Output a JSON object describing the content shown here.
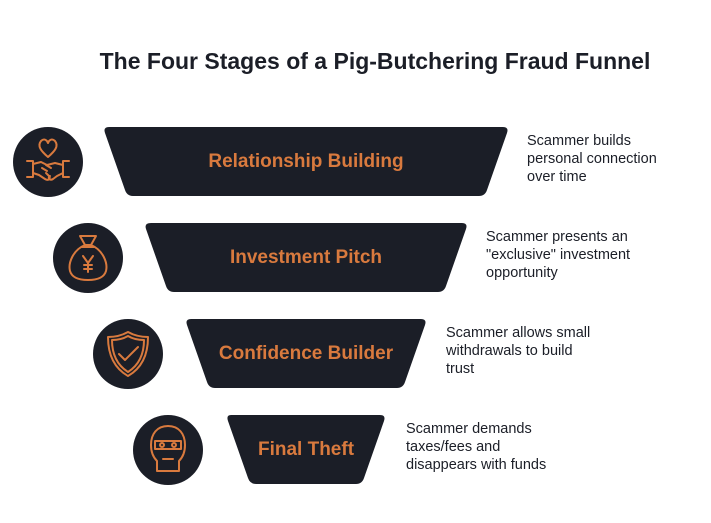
{
  "title": "The Four Stages of a Pig-Butchering Fraud Funnel",
  "colors": {
    "dark": "#1b1e27",
    "accent": "#d97a3e",
    "text": "#1b1e27"
  },
  "stages": [
    {
      "label": "Relationship Building",
      "icon": "heart-handshake-icon",
      "description": [
        "Scammer builds",
        "personal connection",
        "over time"
      ]
    },
    {
      "label": "Investment Pitch",
      "icon": "money-bag-icon",
      "description": [
        "Scammer presents an",
        "\"exclusive\" investment",
        "opportunity"
      ]
    },
    {
      "label": "Confidence Builder",
      "icon": "shield-check-icon",
      "description": [
        "Scammer allows small",
        "withdrawals to build",
        "trust"
      ]
    },
    {
      "label": "Final Theft",
      "icon": "masked-thief-icon",
      "description": [
        "Scammer demands",
        "taxes/fees and",
        "disappears with funds"
      ]
    }
  ]
}
